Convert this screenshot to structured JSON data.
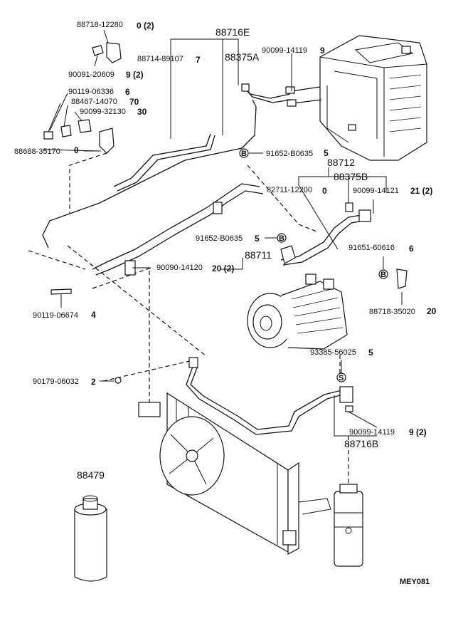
{
  "labels": {
    "p88718_12280": "88718-12280",
    "q88718_12280": "0 (2)",
    "p88716E": "88716E",
    "p88714_89107": "88714-89107",
    "q88714_89107": "7",
    "p88375A": "88375A",
    "p90099_14119a": "90099-14119",
    "q9a": "9",
    "p90091_20609": "90091-20609",
    "q90091_20609": "9 (2)",
    "p90119_06336": "90119-06336",
    "q90119_06336": "6",
    "p88467_14070": "88467-14070",
    "q88467_14070": "70",
    "p90099_32130": "90099-32130",
    "q90099_32130": "30",
    "p88688_35170": "88688-35170",
    "q88688_35170": "0",
    "p91652_B0635a": "91652-B0635",
    "q91652_B0635a": "5",
    "p88712": "88712",
    "p88375B": "88375B",
    "p82711_12200": "82711-12200",
    "q82711_12200": "0",
    "p90099_14121": "90099-14121",
    "q90099_14121": "21 (2)",
    "p91652_B0635b": "91652-B0635",
    "q91652_B0635b": "5",
    "p91651_60616": "91651-60616",
    "q91651_60616": "6",
    "p88711": "88711",
    "p90090_14120": "90090-14120",
    "q90090_14120": "20 (2)",
    "p88718_35020": "88718-35020",
    "q88718_35020": "20",
    "p90119_06674": "90119-06674",
    "q90119_06674": "4",
    "p93385_56025": "93385-56025",
    "q93385_56025": "5",
    "p90179_06032": "90179-06032",
    "q90179_06032": "2",
    "p90099_14119b": "90099-14119",
    "q90099_14119b": "9 (2)",
    "p88716B": "88716B",
    "p88479": "88479",
    "diagram_code": "MEY081"
  },
  "callout_glyphs": {
    "b_circle": "B",
    "s_circle": "S"
  }
}
